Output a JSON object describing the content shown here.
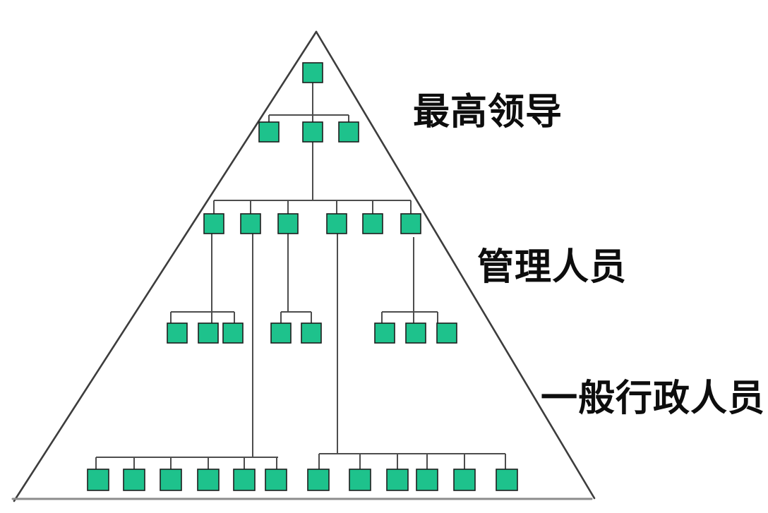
{
  "diagram": {
    "type": "org-chart-pyramid",
    "annotations": [
      {
        "id": "top-level-label",
        "text": "最高领导"
      },
      {
        "id": "middle-level-label",
        "text": "管理人员"
      },
      {
        "id": "bottom-level-label",
        "text": "一般行政人员"
      }
    ],
    "hierarchy": {
      "levels": [
        {
          "level": 1,
          "node_count": 1,
          "groups": [
            1
          ]
        },
        {
          "level": 2,
          "node_count": 3,
          "groups": [
            3
          ]
        },
        {
          "level": 3,
          "node_count": 6,
          "groups": [
            6
          ]
        },
        {
          "level": 4,
          "node_count": 8,
          "groups": [
            3,
            2,
            3
          ]
        },
        {
          "level": 5,
          "node_count": 12,
          "groups": [
            6,
            6
          ]
        }
      ],
      "total_nodes": 30
    },
    "colors": {
      "node_fill": "#1ec28c",
      "node_border": "#1d1d1d",
      "connector": "#4d4d4d",
      "pyramid_edge": "#3d3d3d",
      "pyramid_base": "#8c8c8c",
      "label_text": "#0d0d0d",
      "background": "#ffffff"
    }
  }
}
